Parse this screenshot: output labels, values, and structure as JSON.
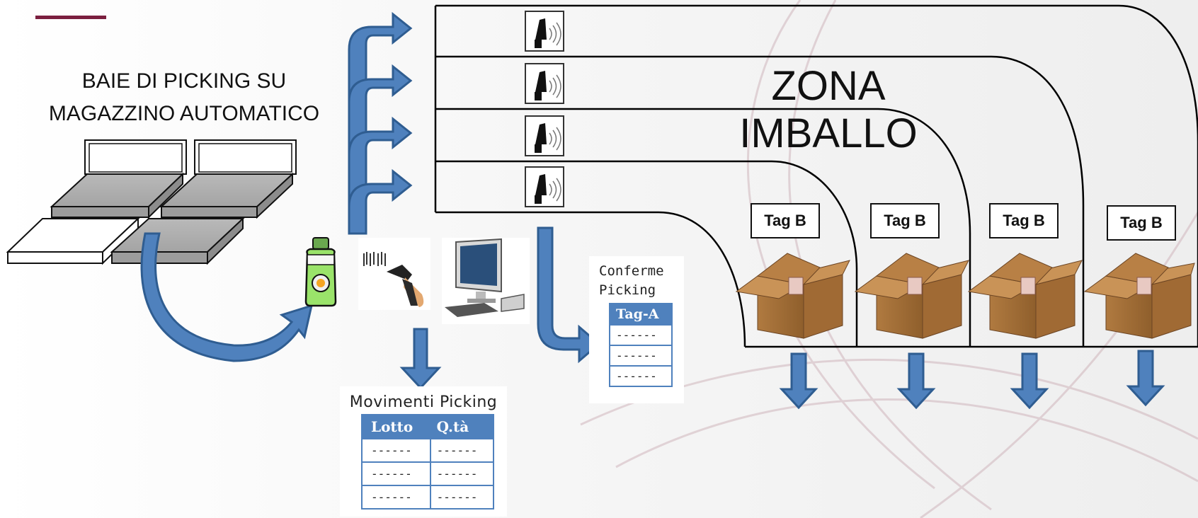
{
  "bay": {
    "title_line1": "BAIE DI PICKING SU",
    "title_line2": "MAGAZZINO AUTOMATICO"
  },
  "zone": {
    "title": "ZONA IMBALLO"
  },
  "tags": [
    "Tag B",
    "Tag B",
    "Tag B",
    "Tag B"
  ],
  "conferme": {
    "title_line1": "Conferme",
    "title_line2": "Picking",
    "header": "Tag-A",
    "rows": [
      "------",
      "------",
      "------"
    ]
  },
  "movimenti": {
    "title": "Movimenti Picking",
    "headers": [
      "Lotto",
      "Q.tà"
    ],
    "rows": [
      [
        "------",
        "------"
      ],
      [
        "------",
        "------"
      ],
      [
        "------",
        "------"
      ]
    ]
  },
  "colors": {
    "arrow_fill": "#4f81bd",
    "arrow_stroke": "#2f5d91",
    "accent_bar": "#7b1f3f",
    "box": "#a8743c",
    "table_header": "#4f81bd"
  },
  "icons": [
    "rfid-reader-icon",
    "barcode-scanner-icon",
    "computer-icon",
    "rfid-tag-icon",
    "cardboard-box-icon"
  ]
}
